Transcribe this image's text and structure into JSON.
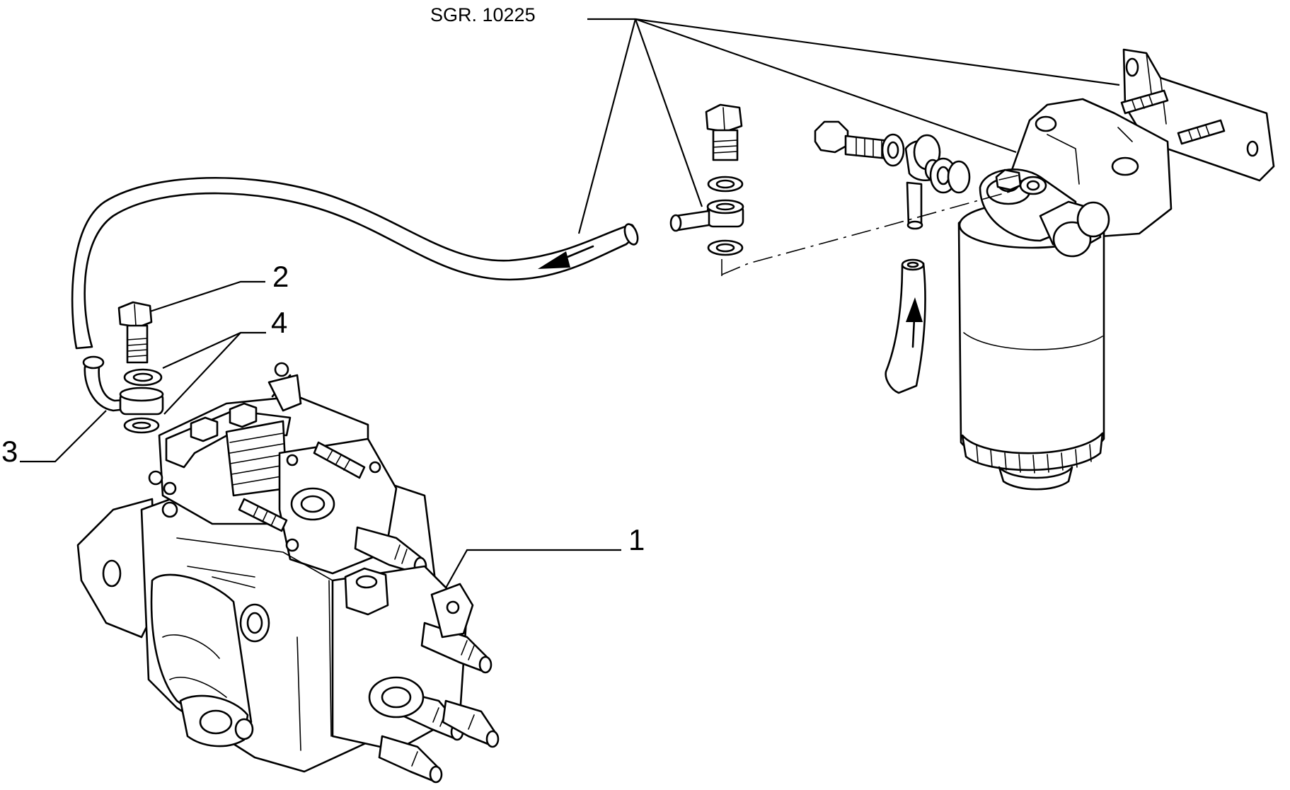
{
  "labels": {
    "group_ref": "SGR. 10225",
    "part_1": "1",
    "part_2": "2",
    "part_3": "3",
    "part_4": "4"
  },
  "icons": [
    "flow-arrow-icon",
    "flow-arrow-icon"
  ],
  "colors": {
    "ink": "#000000",
    "paper": "#ffffff"
  }
}
